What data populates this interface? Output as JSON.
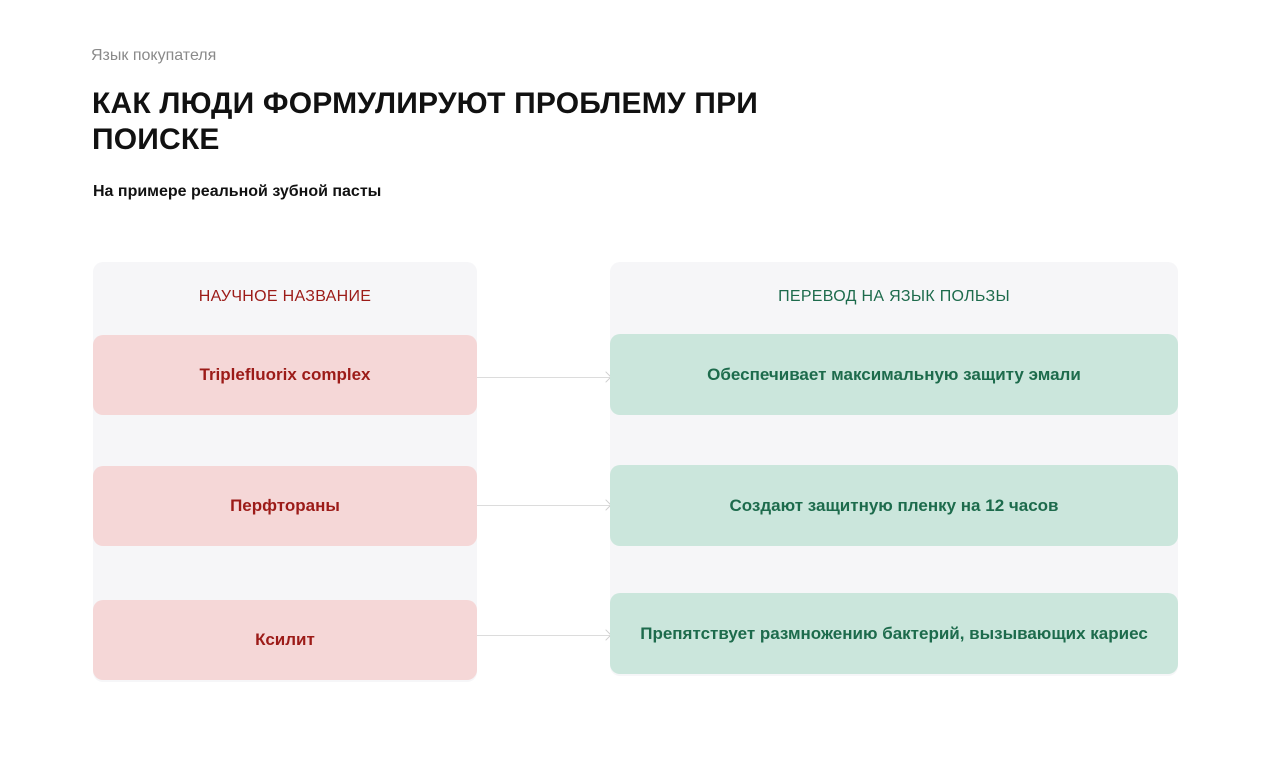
{
  "eyebrow": "Язык покупателя",
  "title": "КАК ЛЮДИ ФОРМУЛИРУЮТ ПРОБЛЕМУ ПРИ ПОИСКЕ",
  "subtitle": "На примере реальной зубной пасты",
  "left_column": {
    "header": "НАУЧНОЕ НАЗВАНИЕ",
    "items": [
      "Triplefluorix complex",
      "Перфтораны",
      "Ксилит"
    ]
  },
  "right_column": {
    "header": "ПЕРЕВОД НА ЯЗЫК ПОЛЬЗЫ",
    "items": [
      "Обеспечивает максимальную защиту эмали",
      "Создают защитную пленку на 12 часов",
      "Препятствует размножению бактерий, вызывающих кариес"
    ]
  },
  "colors": {
    "red_text": "#9c1b18",
    "red_bg": "#f5d7d7",
    "green_text": "#1d6b4c",
    "green_bg": "#cbe6dc",
    "panel_bg": "#f6f6f8"
  }
}
